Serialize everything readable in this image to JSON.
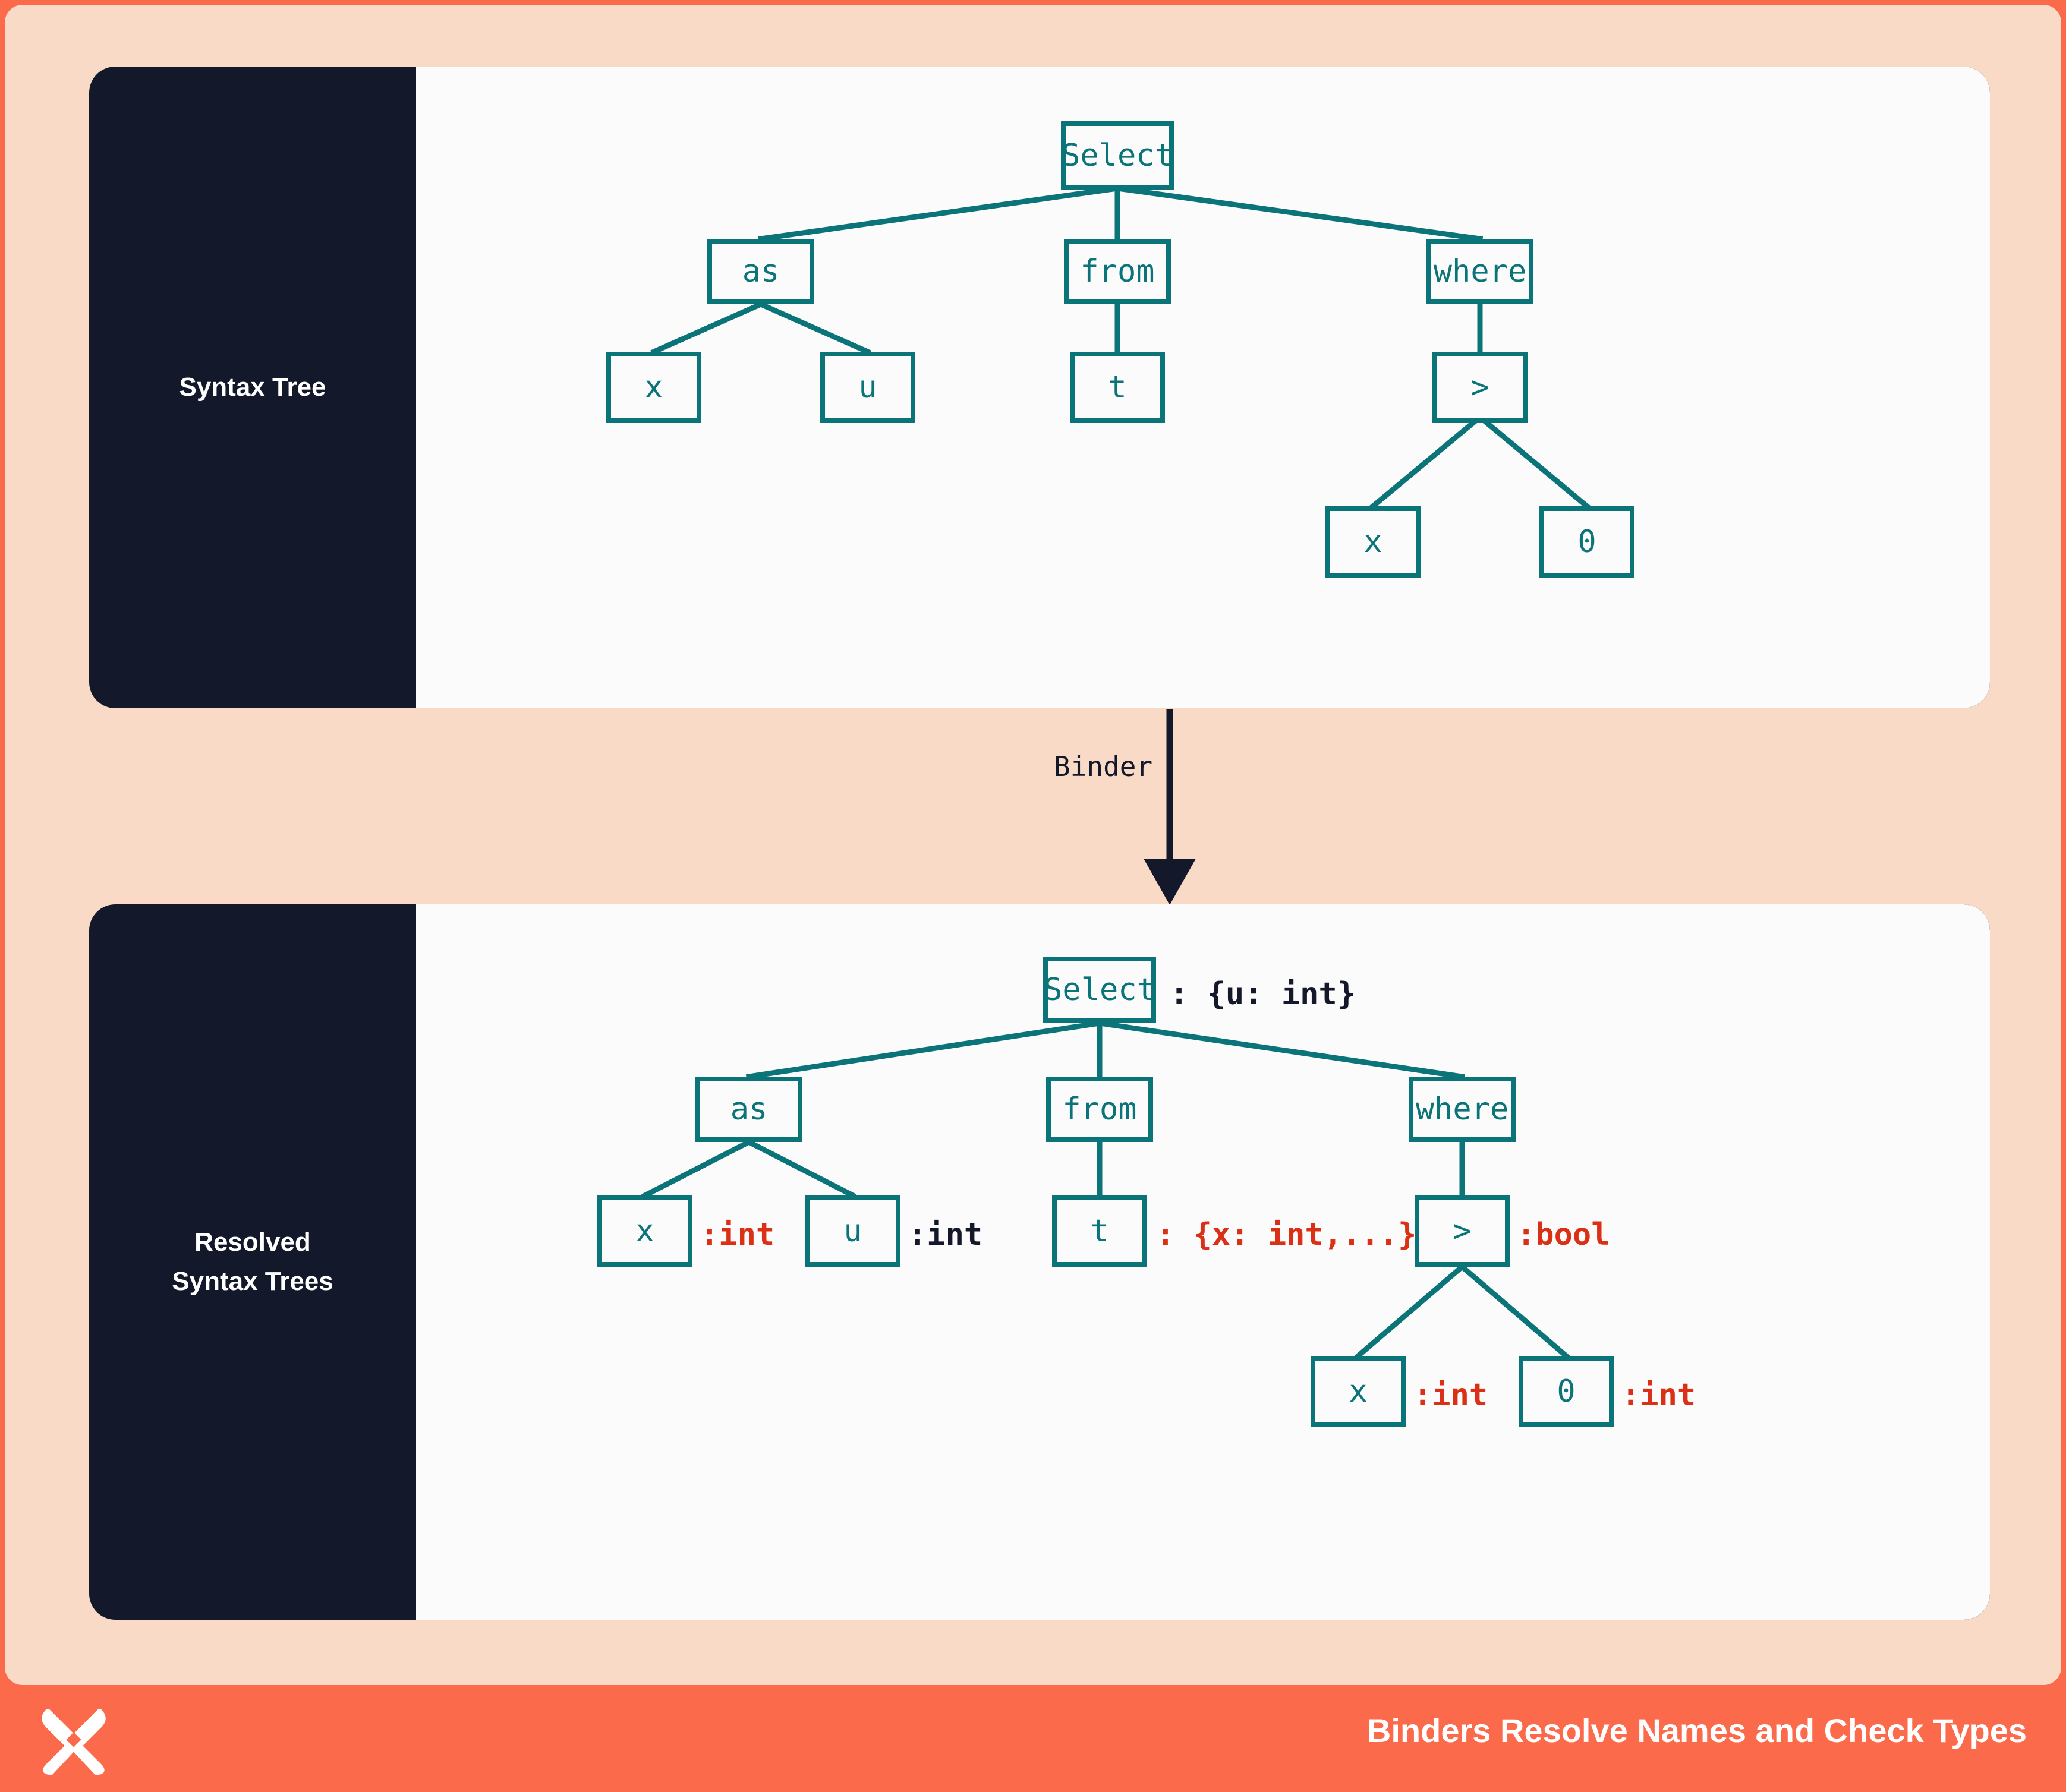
{
  "theme": {
    "background": "#FB6A4A",
    "card": "#F9DAC6",
    "panel_dark": "#13182A",
    "stage": "#FBFBFC",
    "accent_teal": "#0A7479",
    "accent_red": "#D93016",
    "text_light": "#FFFFFF"
  },
  "panels": [
    {
      "id": "syntax-tree",
      "sidebar_label": "Syntax Tree",
      "nodes": [
        {
          "key": "select",
          "label": "Select"
        },
        {
          "key": "as",
          "label": "as"
        },
        {
          "key": "from",
          "label": "from"
        },
        {
          "key": "where",
          "label": "where"
        },
        {
          "key": "as-x",
          "label": "x"
        },
        {
          "key": "as-u",
          "label": "u"
        },
        {
          "key": "from-t",
          "label": "t"
        },
        {
          "key": "gt",
          "label": ">"
        },
        {
          "key": "gt-x",
          "label": "x"
        },
        {
          "key": "gt-0",
          "label": "0"
        }
      ]
    },
    {
      "id": "resolved-syntax-trees",
      "sidebar_label_line1": "Resolved",
      "sidebar_label_line2": "Syntax Trees",
      "nodes": [
        {
          "key": "select",
          "label": "Select",
          "annotation": ": {u: int}",
          "annotation_color": "dark"
        },
        {
          "key": "as",
          "label": "as",
          "annotation": "",
          "annotation_color": "dark"
        },
        {
          "key": "from",
          "label": "from",
          "annotation": "",
          "annotation_color": "dark"
        },
        {
          "key": "where",
          "label": "where",
          "annotation": "",
          "annotation_color": "dark"
        },
        {
          "key": "as-x",
          "label": "x",
          "annotation": ":int",
          "annotation_color": "red"
        },
        {
          "key": "as-u",
          "label": "u",
          "annotation": ":int",
          "annotation_color": "dark"
        },
        {
          "key": "from-t",
          "label": "t",
          "annotation": ": {x: int,...}",
          "annotation_color": "red"
        },
        {
          "key": "gt",
          "label": ">",
          "annotation": ":bool",
          "annotation_color": "red"
        },
        {
          "key": "gt-x",
          "label": "x",
          "annotation": ":int",
          "annotation_color": "red"
        },
        {
          "key": "gt-0",
          "label": "0",
          "annotation": ":int",
          "annotation_color": "red"
        }
      ]
    }
  ],
  "binder": {
    "label": "Binder"
  },
  "footer": {
    "title": "Binders Resolve Names and Check Types",
    "logo_name": "brand-x-logo"
  }
}
